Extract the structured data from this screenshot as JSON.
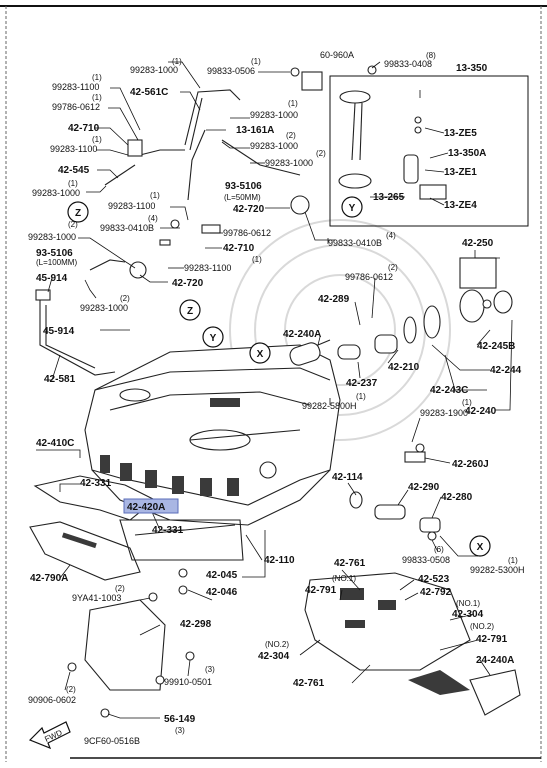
{
  "diagram": {
    "frame_header": "",
    "colors": {
      "highlight": "#a9b6e3",
      "highlight_border": "#5a6cb8",
      "ink": "#111111"
    }
  },
  "callouts": {
    "z": "Z",
    "y": "Y",
    "x": "X"
  },
  "labels": {
    "p_60960A": "60-960A",
    "p_99833_0408": "99833-0408",
    "p_99833_0408_q": "(8)",
    "p_99833_0506_top": "99833-0506",
    "p_99833_0506_top_q": "(1)",
    "p_99283_1000_top": "99283-1000",
    "p_99283_1000_top_q": "(1)",
    "p_99283_1100_a": "99283-1100",
    "p_99283_1100_a_q": "(1)",
    "p_99786_0612_a": "99786-0612",
    "p_99786_0612_a_q": "(1)",
    "p_42561C": "42-561C",
    "p_42710_a": "42-710",
    "p_99283_1100_b": "99283-1100",
    "p_99283_1100_b_q": "(1)",
    "p_42545": "42-545",
    "p_99283_1000_b": "99283-1000",
    "p_99283_1000_b_q": "(1)",
    "p_99283_1000_c": "99283-1000",
    "p_99283_1000_c_q": "(1)",
    "p_13161A": "13-161A",
    "p_99283_1000_d": "99283-1000",
    "p_99283_1000_d_q": "(2)",
    "p_99283_1000_e": "99283-1000",
    "p_99283_1000_e_q": "(2)",
    "p_93_5106_a": "93-5106",
    "p_93_5106_a_sub": "(L=50MM)",
    "p_99283_1100_c": "99283-1100",
    "p_99283_1100_c_q": "(1)",
    "p_42720_a": "42-720",
    "p_99833_0410B_a": "99833-0410B",
    "p_99833_0410B_a_q": "(4)",
    "p_99786_0612_b": "99786-0612",
    "p_42710_b": "42-710",
    "p_99283_1100_d": "99283-1100",
    "p_99283_1100_d_q": "(1)",
    "p_99283_1000_f": "99283-1000",
    "p_99283_1000_f_q": "(2)",
    "p_93_5106_b": "93-5106",
    "p_93_5106_b_sub": "(L=100MM)",
    "p_42720_b": "42-720",
    "p_45914_a": "45-914",
    "p_99283_1000_g": "99283-1000",
    "p_99283_1000_g_q": "(2)",
    "p_45914_b": "45-914",
    "p_42581": "42-581",
    "p_99833_0410B_b": "99833-0410B",
    "p_99833_0410B_b_q": "(4)",
    "p_13350": "13-350",
    "p_13ZE5": "13-ZE5",
    "p_13350A": "13-350A",
    "p_13ZE1": "13-ZE1",
    "p_13265": "13-265",
    "p_13ZE4": "13-ZE4",
    "p_42250": "42-250",
    "p_99786_0612_c": "99786-0612",
    "p_99786_0612_c_q": "(2)",
    "p_42289": "42-289",
    "p_42240A": "42-240A",
    "p_42245B": "42-245B",
    "p_42210": "42-210",
    "p_42244": "42-244",
    "p_42237": "42-237",
    "p_42243C": "42-243C",
    "p_99282_5800H": "99282-5800H",
    "p_99282_5800H_q": "(1)",
    "p_42240": "42-240",
    "p_99283_1900": "99283-1900",
    "p_99283_1900_q": "(1)",
    "p_42410C": "42-410C",
    "p_42260J": "42-260J",
    "p_42114": "42-114",
    "p_42331_a": "42-331",
    "p_42290": "42-290",
    "p_42280": "42-280",
    "p_42420A": "42-420A",
    "p_42331_b": "42-331",
    "p_42110": "42-110",
    "p_99833_0508": "99833-0508",
    "p_99833_0508_q": "(6)",
    "p_99282_5300H": "99282-5300H",
    "p_99282_5300H_q": "(1)",
    "p_42790A": "42-790A",
    "p_42045": "42-045",
    "p_42761_a": "42-761",
    "p_42791_a": "42-791",
    "p_42791_a_q": "(NO.1)",
    "p_42523": "42-523",
    "p_42792": "42-792",
    "p_9YA41_1003": "9YA41-1003",
    "p_9YA41_1003_q": "(2)",
    "p_42046": "42-046",
    "p_42304_a": "42-304",
    "p_42304_a_q": "(NO.1)",
    "p_42298": "42-298",
    "p_42791_b": "42-791",
    "p_42791_b_q": "(NO.2)",
    "p_42304_b": "42-304",
    "p_42304_b_q": "(NO.2)",
    "p_99910_0501": "99910-0501",
    "p_99910_0501_q": "(3)",
    "p_42761_b": "42-761",
    "p_24240A": "24-240A",
    "p_90906_0602": "90906-0602",
    "p_90906_0602_q": "(2)",
    "p_56149": "56-149",
    "p_9CF60_0516B": "9CF60-0516B",
    "p_9CF60_0516B_q": "(3)",
    "fwd": "FWD"
  }
}
